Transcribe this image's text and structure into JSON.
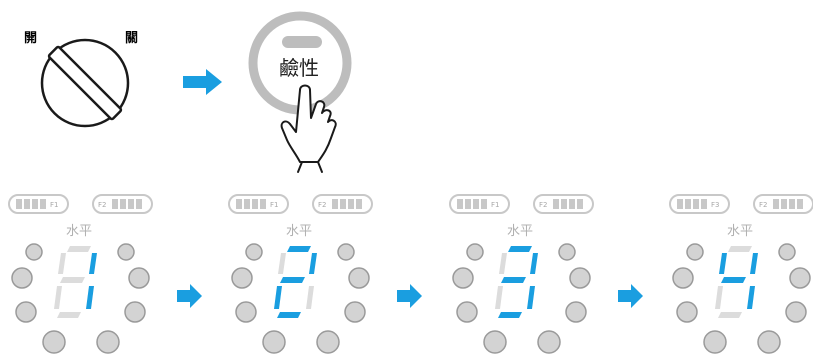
{
  "colors": {
    "accent": "#1a9ee0",
    "segment_active": "#1a9ee0",
    "segment_inactive": "#dcdcdc",
    "led": "#d3d3d3",
    "outline": "#1a1a1a",
    "button_ring": "#bdbdbd"
  },
  "knob": {
    "label_left": "開",
    "label_right": "關"
  },
  "button": {
    "label": "鹼性",
    "icons": [
      "hand-pointer-icon"
    ]
  },
  "panels": [
    {
      "pill_left": "F1",
      "pill_right": "F2",
      "level_label": "水平",
      "digit_state": "off",
      "active_segments": [
        "b",
        "c"
      ]
    },
    {
      "pill_left": "F1",
      "pill_right": "F2",
      "level_label": "水平",
      "digit_state": "2",
      "active_segments": [
        "a",
        "b",
        "g",
        "e",
        "d"
      ]
    },
    {
      "pill_left": "F1",
      "pill_right": "F2",
      "level_label": "水平",
      "digit_state": "3",
      "active_segments": [
        "a",
        "b",
        "g",
        "c",
        "d"
      ]
    },
    {
      "pill_left": "F3",
      "pill_right": "F2",
      "level_label": "水平",
      "digit_state": "4",
      "active_segments": [
        "f",
        "g",
        "b",
        "c"
      ]
    }
  ]
}
